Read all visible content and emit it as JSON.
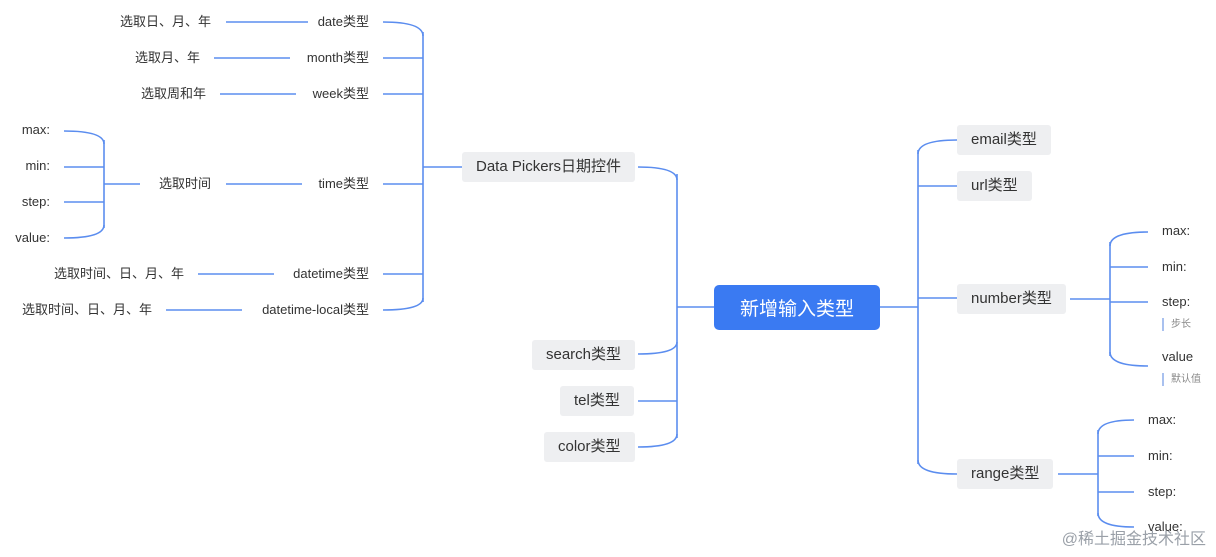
{
  "root": "新增输入类型",
  "left": {
    "date_pickers": "Data Pickers日期控件",
    "date": {
      "label": "date类型",
      "desc": "选取日、月、年"
    },
    "month": {
      "label": "month类型",
      "desc": "选取月、年"
    },
    "week": {
      "label": "week类型",
      "desc": "选取周和年"
    },
    "time": {
      "label": "time类型",
      "desc": "选取时间",
      "attrs": [
        "max:",
        "min:",
        "step:",
        "value:"
      ]
    },
    "datetime": {
      "label": "datetime类型",
      "desc": "选取时间、日、月、年"
    },
    "datetime_local": {
      "label": "datetime-local类型",
      "desc": "选取时间、日、月、年"
    },
    "search": "search类型",
    "tel": "tel类型",
    "color": "color类型"
  },
  "right": {
    "email": "email类型",
    "url": "url类型",
    "number": {
      "label": "number类型",
      "attrs": [
        "max:",
        "min:",
        "step:",
        "value"
      ],
      "step_note": "步长",
      "value_note": "默认值"
    },
    "range": {
      "label": "range类型",
      "attrs": [
        "max:",
        "min:",
        "step:",
        "value:"
      ]
    }
  },
  "watermark": "@稀土掘金技术社区",
  "colors": {
    "line": "#5b8def",
    "root_bg": "#3a7af2",
    "node_bg": "#eeeff1"
  }
}
